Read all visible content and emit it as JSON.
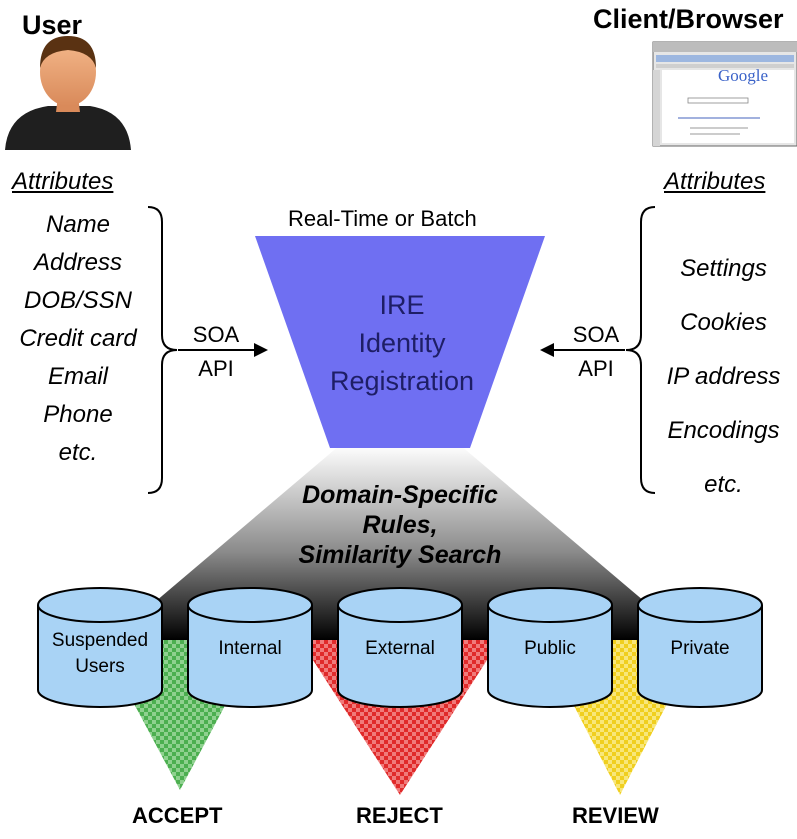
{
  "user": {
    "title": "User",
    "attributes_title": "Attributes",
    "attributes": [
      "Name",
      "Address",
      "DOB/SSN",
      "Credit card",
      "Email",
      "Phone",
      "etc."
    ]
  },
  "client": {
    "title": "Client/Browser",
    "attributes_title": "Attributes",
    "attributes": [
      "Settings",
      "Cookies",
      "IP address",
      "Encodings",
      "etc."
    ],
    "screenshot_logo": "Google"
  },
  "mode_label": "Real-Time or Batch",
  "funnel": {
    "line1": "IRE",
    "line2": "Identity",
    "line3": "Registration"
  },
  "soa_left": {
    "line1": "SOA",
    "line2": "API"
  },
  "soa_right": {
    "line1": "SOA",
    "line2": "API"
  },
  "rules": {
    "line1": "Domain-Specific",
    "line2": "Rules,",
    "line3": "Similarity Search"
  },
  "databases": [
    {
      "label_line1": "Suspended",
      "label_line2": "Users"
    },
    {
      "label_line1": "Internal",
      "label_line2": ""
    },
    {
      "label_line1": "External",
      "label_line2": ""
    },
    {
      "label_line1": "Public",
      "label_line2": ""
    },
    {
      "label_line1": "Private",
      "label_line2": ""
    }
  ],
  "outcomes": {
    "accept": "ACCEPT",
    "reject": "REJECT",
    "review": "REVIEW"
  },
  "colors": {
    "funnel": "#6f6ff2",
    "accept": "#5cb85c",
    "reject": "#e23a3a",
    "review": "#f2d230",
    "db_fill": "#a9d3f5",
    "db_stroke": "#000000"
  }
}
